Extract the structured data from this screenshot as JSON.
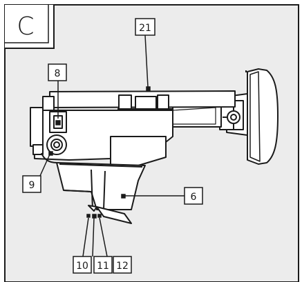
{
  "panel": {
    "letter": "C",
    "background_color": "#ececec",
    "line_color": "#1a1a1a"
  },
  "callouts": {
    "c21": "21",
    "c8": "8",
    "c9": "9",
    "c6": "6",
    "c10": "10",
    "c11": "11",
    "c12": "12"
  }
}
